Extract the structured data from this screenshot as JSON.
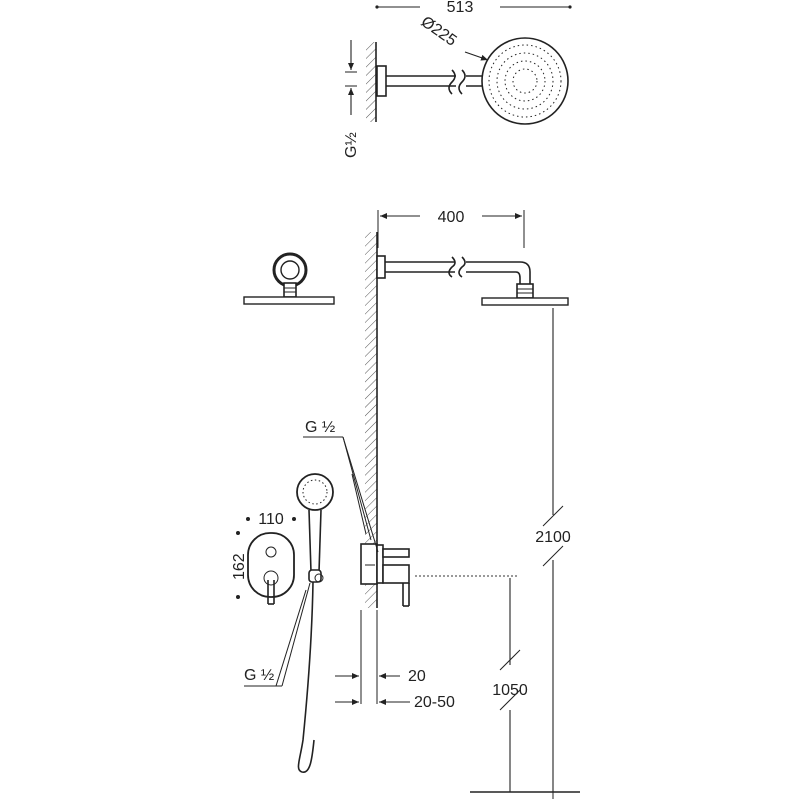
{
  "dimensions": {
    "top_width": "513",
    "head_diameter": "Ø225",
    "thread_top": "G½",
    "arm_length": "400",
    "thread_mixer": "G ½",
    "plate_width": "110",
    "plate_height": "162",
    "thread_hand": "G ½",
    "wall_depth": "20",
    "wall_depth_range": "20-50",
    "head_height": "2100",
    "mixer_height": "1050"
  }
}
